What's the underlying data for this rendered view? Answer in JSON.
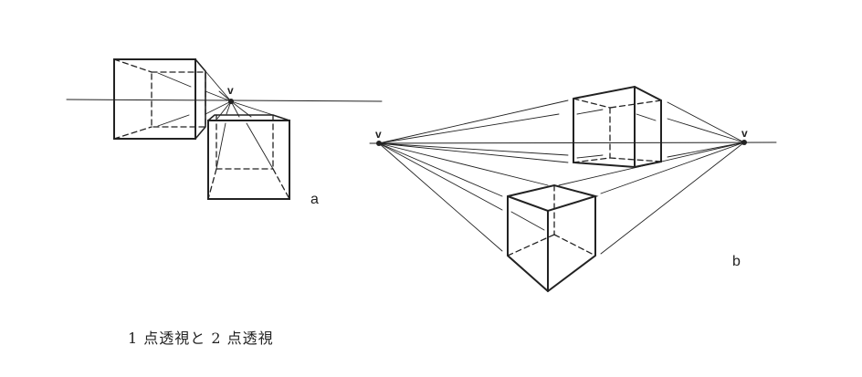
{
  "figure_a": {
    "label": "a",
    "vanishing_point_label": "v"
  },
  "figure_b": {
    "label": "b",
    "vanishing_point_left_label": "v",
    "vanishing_point_right_label": "v"
  },
  "caption": "1 点透視と 2 点透視",
  "colors": {
    "ink": "#222222"
  }
}
